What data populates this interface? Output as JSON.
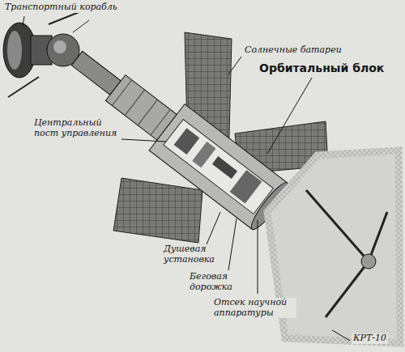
{
  "diagram": {
    "labels": [
      "Транспортный корабль",
      "Солнечные батареи",
      "Орбитальный блок",
      "Центральный пост управления",
      "Душевая установка",
      "Беговая дорожка",
      "Отсек научной аппаратуры",
      "КРТ-10"
    ]
  }
}
